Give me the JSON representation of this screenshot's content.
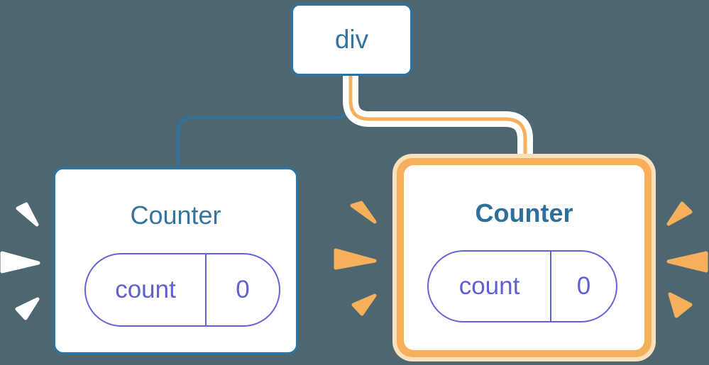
{
  "colors": {
    "background": "#4D6670",
    "blue_stroke": "#2B74A6",
    "blue_text": "#35749E",
    "purple": "#6464D8",
    "orange": "#F6B05C",
    "orange_pale": "#FAE1BC",
    "spark_white": "#FFFFFF",
    "card_fill": "#FFFFFF"
  },
  "root_node": {
    "label": "div"
  },
  "left_counter": {
    "title": "Counter",
    "state_key": "count",
    "state_value": "0"
  },
  "right_counter": {
    "title": "Counter",
    "state_key": "count",
    "state_value": "0"
  }
}
